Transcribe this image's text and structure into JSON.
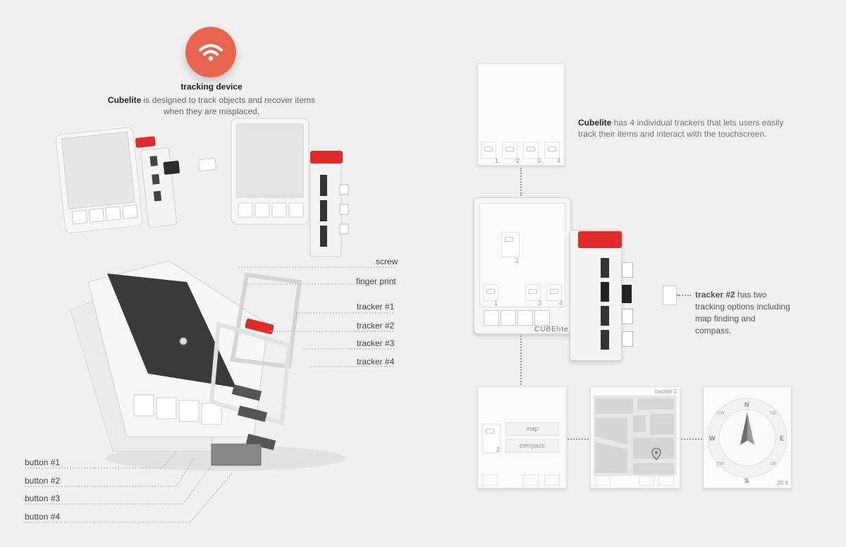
{
  "header": {
    "title": "tracking device",
    "brand": "Cubelite",
    "description_rest": " is designed to track objects and recover items when they are misplaced."
  },
  "parts": {
    "screw": "screw",
    "finger_print": "finger print",
    "tracker1": "tracker #1",
    "tracker2": "tracker #2",
    "tracker3": "tracker #3",
    "tracker4": "tracker #4",
    "button1": "button #1",
    "button2": "button #2",
    "button3": "button #3",
    "button4": "button #4"
  },
  "right": {
    "note1_brand": "Cubelite",
    "note1_rest": " has 4 individual trackers that lets users easily track their items and interact with the touchscreen.",
    "note2_bold": "tracker #2",
    "note2_rest": " has two tracking options including map finding and compass.",
    "slot_numbers": [
      "1",
      "2",
      "3",
      "4"
    ],
    "device_logo": "CUBElite",
    "map_button": "map",
    "compass_button": "compass",
    "map_header": "tracker 2",
    "distance": "25 ft",
    "compass_letters": {
      "n": "N",
      "s": "S",
      "e": "E",
      "w": "W",
      "ne": "NE",
      "nw": "NW",
      "se": "SE",
      "sw": "SW"
    }
  },
  "colors": {
    "accent": "#e8664d",
    "red_tracker": "#e02b2b",
    "dark_screen": "#3a3a3a"
  },
  "icons": {
    "badge": "wifi-icon",
    "map_pin": "map-pin-icon",
    "compass_needle": "compass-needle-icon"
  }
}
